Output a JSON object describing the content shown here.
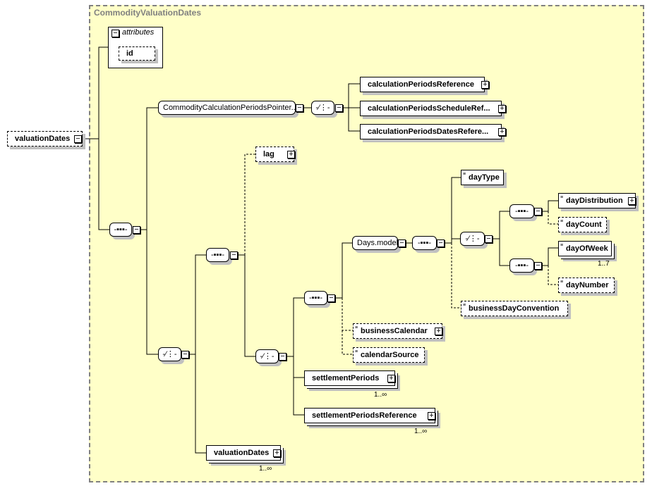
{
  "diagram": {
    "root": {
      "label": "valuationDates",
      "toggle": "−"
    },
    "group": {
      "title": "CommodityValuationDates"
    },
    "attributes": {
      "title": "attributes",
      "items": [
        {
          "label": "id"
        }
      ]
    },
    "nodes": {
      "pointerGroup": {
        "label": "CommodityCalculationPeriodsPointer...."
      },
      "calculationPeriodsReference": {
        "label": "calculationPeriodsReference"
      },
      "calculationPeriodsScheduleRef": {
        "label": "calculationPeriodsScheduleRef..."
      },
      "calculationPeriodsDatesRefere": {
        "label": "calculationPeriodsDatesRefere..."
      },
      "lag": {
        "label": "lag"
      },
      "daysModel": {
        "label": "Days.model"
      },
      "dayType": {
        "label": "dayType"
      },
      "dayDistribution": {
        "label": "dayDistribution"
      },
      "dayCount": {
        "label": "dayCount"
      },
      "dayOfWeek": {
        "label": "dayOfWeek",
        "cardinality": "1..7"
      },
      "dayNumber": {
        "label": "dayNumber"
      },
      "businessDayConvention": {
        "label": "businessDayConvention"
      },
      "businessCalendar": {
        "label": "businessCalendar"
      },
      "calendarSource": {
        "label": "calendarSource"
      },
      "settlementPeriods": {
        "label": "settlementPeriods",
        "cardinality": "1..∞"
      },
      "settlementPeriodsReference": {
        "label": "settlementPeriodsReference",
        "cardinality": "1..∞"
      },
      "valuationDatesChild": {
        "label": "valuationDates",
        "cardinality": "1..∞"
      }
    },
    "symbols": {
      "sequence": "-▪▪▪-",
      "choice": "-⁄⋮-",
      "expand": "+",
      "collapse": "−",
      "doc": "≡"
    }
  }
}
